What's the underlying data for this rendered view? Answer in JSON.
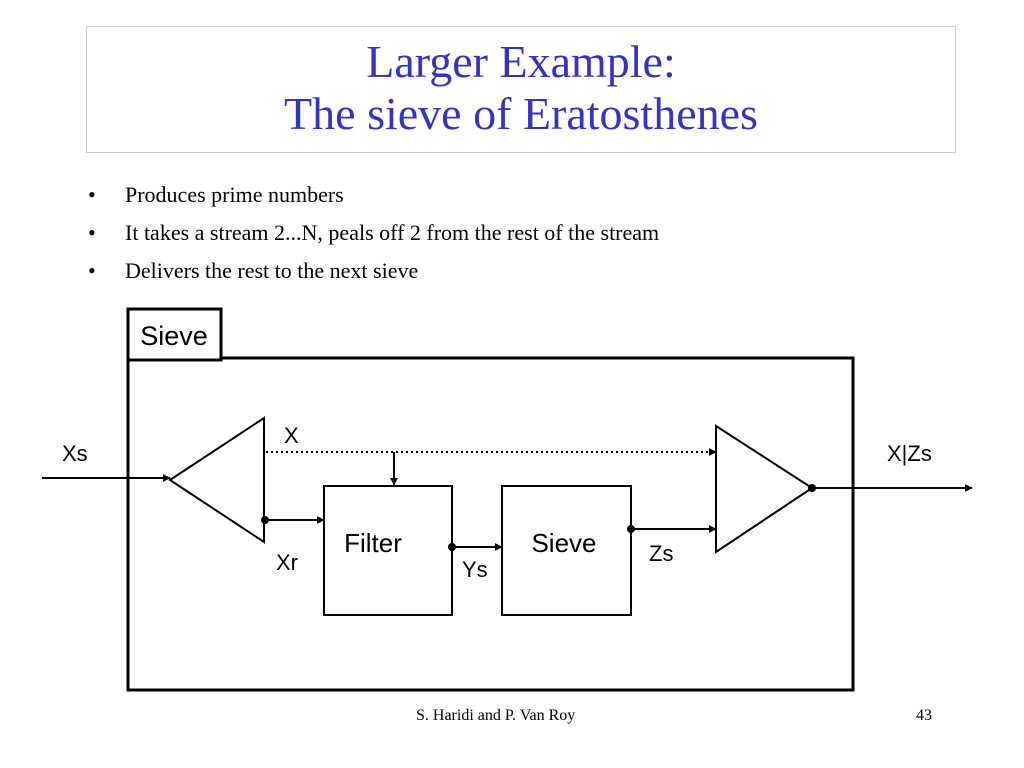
{
  "slide": {
    "title_line1": "Larger Example:",
    "title_line2": "The sieve of Eratosthenes",
    "title_color": "#3333cc"
  },
  "bullets": [
    "Produces prime numbers",
    "It takes a stream 2...N, peals off 2 from the rest of the stream",
    "Delivers the rest to the next sieve"
  ],
  "diagram": {
    "outer_label": "Sieve",
    "filter_label": "Filter",
    "inner_sieve_label": "Sieve",
    "input_stream": "Xs",
    "head_label": "X",
    "rest_label": "Xr",
    "filtered_label": "Ys",
    "sieved_label": "Zs",
    "output_label": "X|Zs"
  },
  "footer": {
    "author": "S. Haridi and P. Van Roy",
    "page_number": "43"
  }
}
